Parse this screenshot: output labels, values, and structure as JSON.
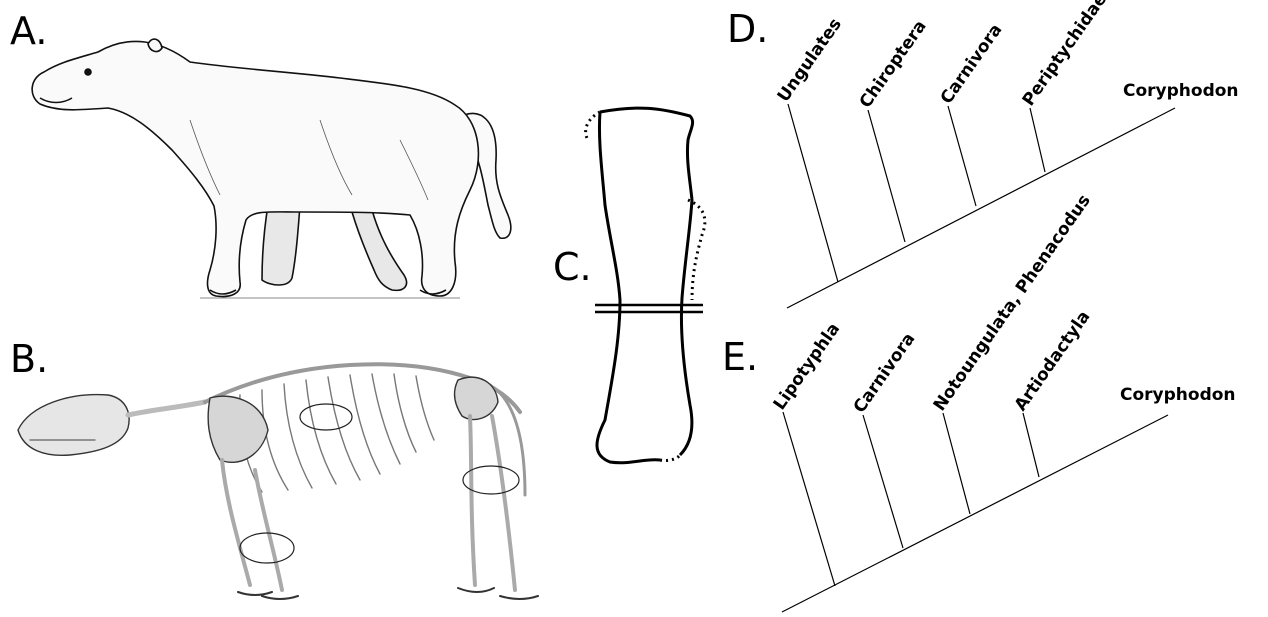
{
  "panels": {
    "a": "A.",
    "b": "B.",
    "c": "C.",
    "d": "D.",
    "e": "E."
  },
  "tree_d": {
    "taxa": [
      "Ungulates",
      "Chiroptera",
      "Carnivora",
      "Periptychidae",
      "Coryphodon"
    ]
  },
  "tree_e": {
    "taxa": [
      "Lipotyphla",
      "Carnivora",
      "Notoungulata, Phenacodus",
      "Artiodactyla",
      "Coryphodon"
    ]
  },
  "illustrations": {
    "a": "animal-reconstruction",
    "b": "skeleton-drawing",
    "c": "bone-outline"
  }
}
